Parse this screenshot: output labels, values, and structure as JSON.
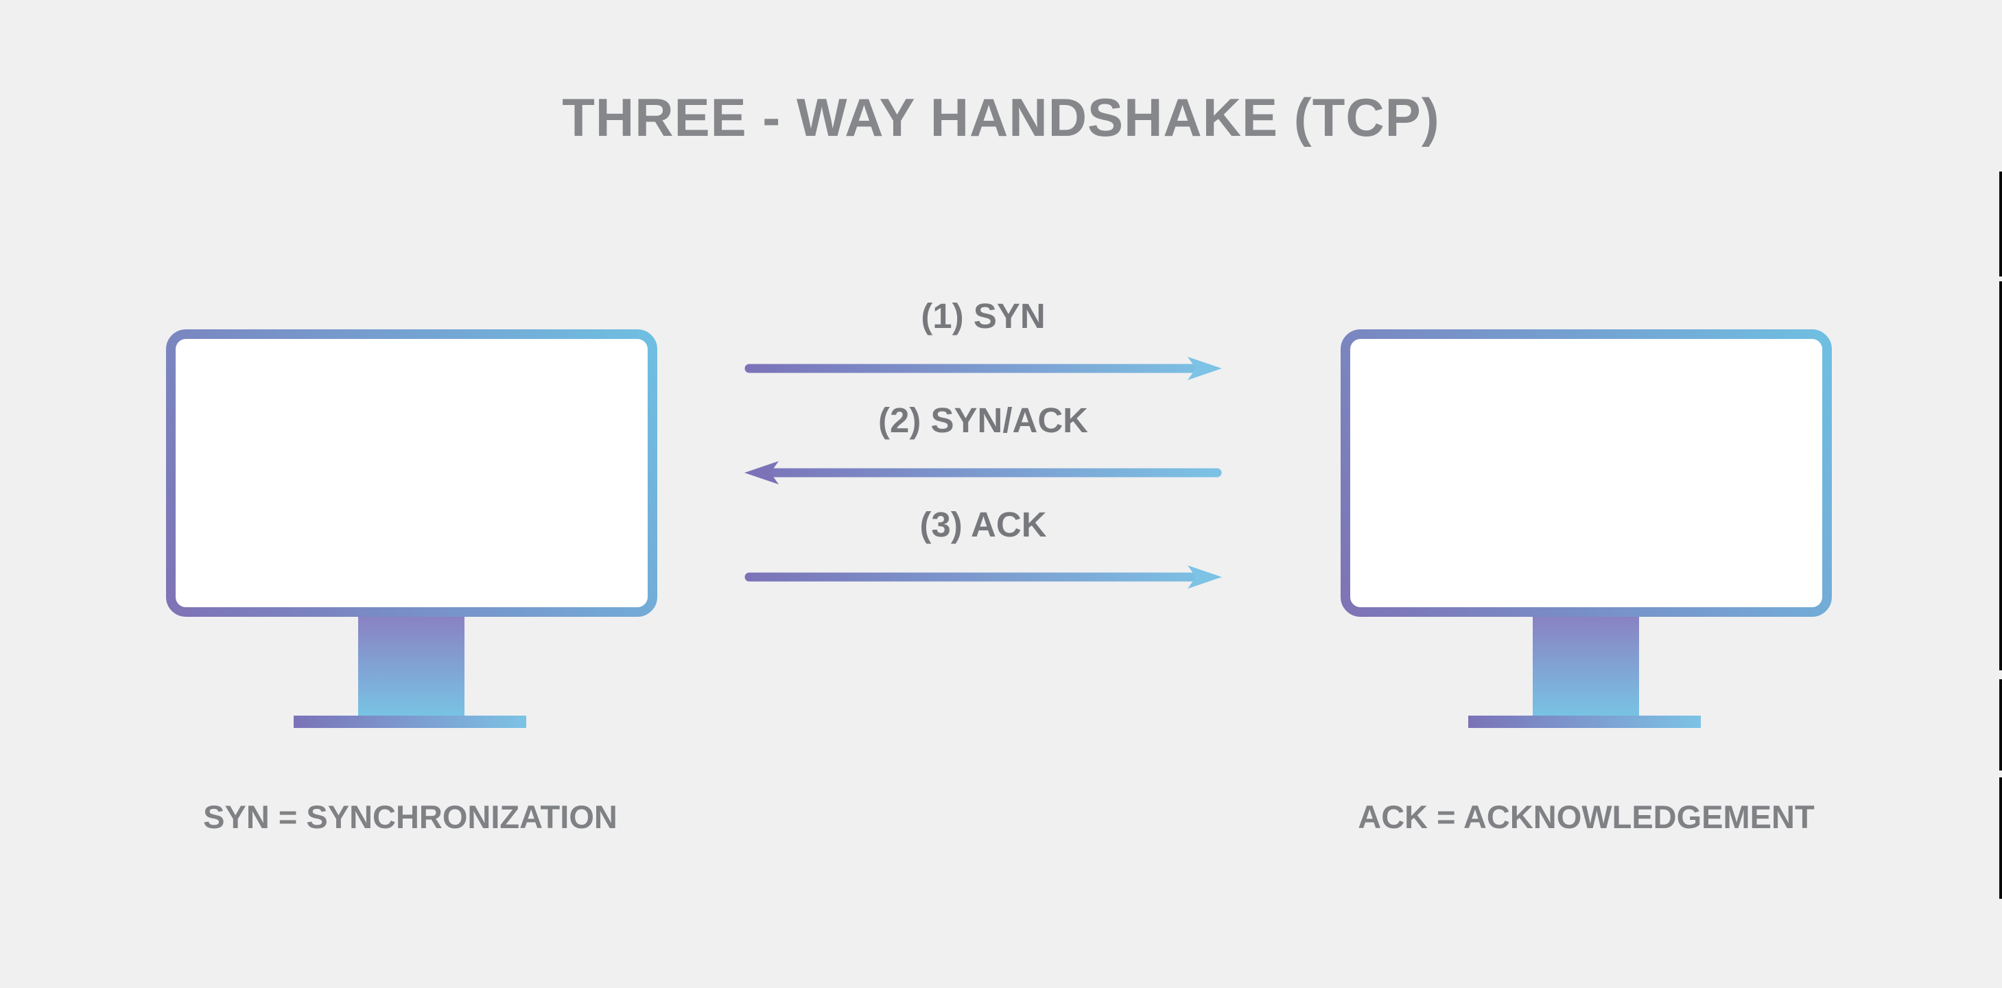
{
  "title": {
    "text": "THREE - WAY HANDSHAKE (TCP)"
  },
  "messages": [
    {
      "label": "(1) SYN",
      "direction": "right"
    },
    {
      "label": "(2) SYN/ACK",
      "direction": "left"
    },
    {
      "label": "(3) ACK",
      "direction": "right"
    }
  ],
  "legend": {
    "syn": "SYN = SYNCHRONIZATION",
    "ack": "ACK = ACKNOWLEDGEMENT"
  },
  "icons": {
    "left_monitor": "desktop-monitor-icon",
    "right_monitor": "desktop-monitor-icon"
  },
  "colors": {
    "background": "#f0f0f1",
    "title_text": "#85878a",
    "label_text": "#76787b",
    "caption_text": "#7f8184",
    "gradient_purple": "#7b72b8",
    "gradient_blue": "#7cc3e5",
    "frame_purple": "#7e72b5",
    "frame_blue": "#6fc0e2",
    "stand_top_purple": "#8a80c1",
    "stand_bottom_blue": "#78c3e4",
    "edge_artifact": "#0a0a0a"
  }
}
